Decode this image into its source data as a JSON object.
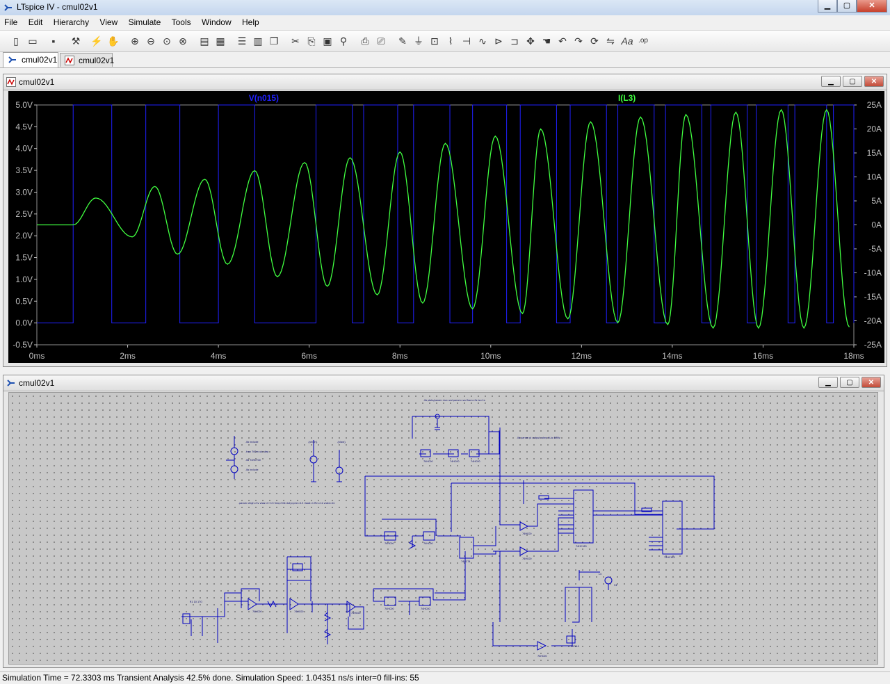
{
  "window": {
    "title": "LTspice IV - cmul02v1",
    "controls": {
      "minimize": "▁",
      "maximize": "▢",
      "close": "✕"
    }
  },
  "menu": [
    "File",
    "Edit",
    "Hierarchy",
    "View",
    "Simulate",
    "Tools",
    "Window",
    "Help"
  ],
  "toolbar_icons": [
    "open-icon",
    "open-folder-icon",
    "save-icon",
    "control-panel-icon",
    "run-icon",
    "halt-icon",
    "zoom-in-icon",
    "zoom-out-icon",
    "zoom-full-icon",
    "zoom-cancel-icon",
    "autorange-icon",
    "grid-icon",
    "tile-horizontal-icon",
    "tile-vertical-icon",
    "cascade-icon",
    "cut-icon",
    "copy-icon",
    "paste-icon",
    "find-icon",
    "print-icon",
    "print-preview-icon",
    "pencil-icon",
    "ground-icon",
    "label-icon",
    "resistor-icon",
    "capacitor-icon",
    "inductor-icon",
    "diode-icon",
    "move-icon",
    "drag-icon",
    "undo-icon",
    "redo-icon",
    "rotate-icon",
    "mirror-icon",
    "text-icon",
    "spice-directive-icon"
  ],
  "tabs": [
    {
      "label": "cmul02v1",
      "icon": "schematic-icon",
      "active": true
    },
    {
      "label": "cmul02v1",
      "icon": "waveform-icon",
      "active": false
    }
  ],
  "waveform_window": {
    "title": "cmul02v1",
    "minimize": "▁",
    "restore": "▢",
    "close": "✕"
  },
  "schematic_window": {
    "title": "cmul02v1",
    "minimize": "▁",
    "restore": "▢",
    "close": "✕"
  },
  "chart_data": {
    "type": "line",
    "x_tick_labels": [
      "0ms",
      "2ms",
      "4ms",
      "6ms",
      "8ms",
      "10ms",
      "12ms",
      "14ms",
      "16ms",
      "18ms"
    ],
    "xlim": [
      0,
      18
    ],
    "y_left": {
      "tick_labels": [
        "5.0V",
        "4.5V",
        "4.0V",
        "3.5V",
        "3.0V",
        "2.5V",
        "2.0V",
        "1.5V",
        "1.0V",
        "0.5V",
        "0.0V",
        "-0.5V"
      ],
      "lim": [
        -0.5,
        5.0
      ]
    },
    "y_right": {
      "tick_labels": [
        "25A",
        "20A",
        "15A",
        "10A",
        "5A",
        "0A",
        "-5A",
        "-10A",
        "-15A",
        "-20A",
        "-25A"
      ],
      "lim": [
        -25,
        25
      ]
    },
    "grid": false,
    "series": [
      {
        "name": "V(n015)",
        "color": "#2020ff",
        "axis": "left",
        "high_intervals_ms": [
          [
            0.8,
            1.65
          ],
          [
            1.65,
            1.65
          ],
          [
            2.4,
            3.15
          ],
          [
            3.15,
            3.15
          ],
          [
            4.0,
            4.8
          ],
          [
            6.15,
            6.95
          ],
          [
            7.2,
            7.95
          ],
          [
            8.3,
            9.1
          ],
          [
            9.6,
            10.35
          ],
          [
            10.65,
            11.45
          ],
          [
            11.75,
            12.55
          ],
          [
            12.8,
            13.6
          ],
          [
            13.85,
            14.65
          ],
          [
            14.85,
            15.65
          ],
          [
            15.85,
            16.55
          ],
          [
            16.7,
            17.4
          ],
          [
            17.55,
            18.0
          ]
        ],
        "low_value": 0.0,
        "high_value": 5.0
      },
      {
        "name": "I(L3)",
        "color": "#40ff40",
        "axis": "right",
        "points": [
          [
            0,
            0
          ],
          [
            0.8,
            0
          ],
          [
            1.3,
            5.6
          ],
          [
            2.1,
            -2.5
          ],
          [
            2.6,
            8.0
          ],
          [
            3.1,
            -6.1
          ],
          [
            3.7,
            9.5
          ],
          [
            4.2,
            -8.2
          ],
          [
            4.8,
            11.3
          ],
          [
            5.3,
            -10.8
          ],
          [
            5.9,
            13.0
          ],
          [
            6.4,
            -12.8
          ],
          [
            6.9,
            14.0
          ],
          [
            7.5,
            -14.6
          ],
          [
            8.0,
            15.2
          ],
          [
            8.5,
            -16.3
          ],
          [
            9.0,
            17.0
          ],
          [
            9.6,
            -17.5
          ],
          [
            10.1,
            18.5
          ],
          [
            10.7,
            -18.5
          ],
          [
            11.1,
            20.0
          ],
          [
            11.7,
            -19.6
          ],
          [
            12.2,
            21.5
          ],
          [
            12.8,
            -20.4
          ],
          [
            13.3,
            22.5
          ],
          [
            13.9,
            -20.8
          ],
          [
            14.3,
            23.0
          ],
          [
            14.9,
            -21.5
          ],
          [
            15.4,
            23.5
          ],
          [
            15.9,
            -21.5
          ],
          [
            16.4,
            24.0
          ],
          [
            16.9,
            -21.5
          ],
          [
            17.4,
            24.0
          ],
          [
            17.9,
            -21.3
          ]
        ]
      }
    ]
  },
  "status": {
    "text": "Simulation Time = 72.3303 ms  Transient Analysis 42.5% done. Simulation Speed: 1.04351 ns/s inter=0 fill-ins: 55"
  }
}
